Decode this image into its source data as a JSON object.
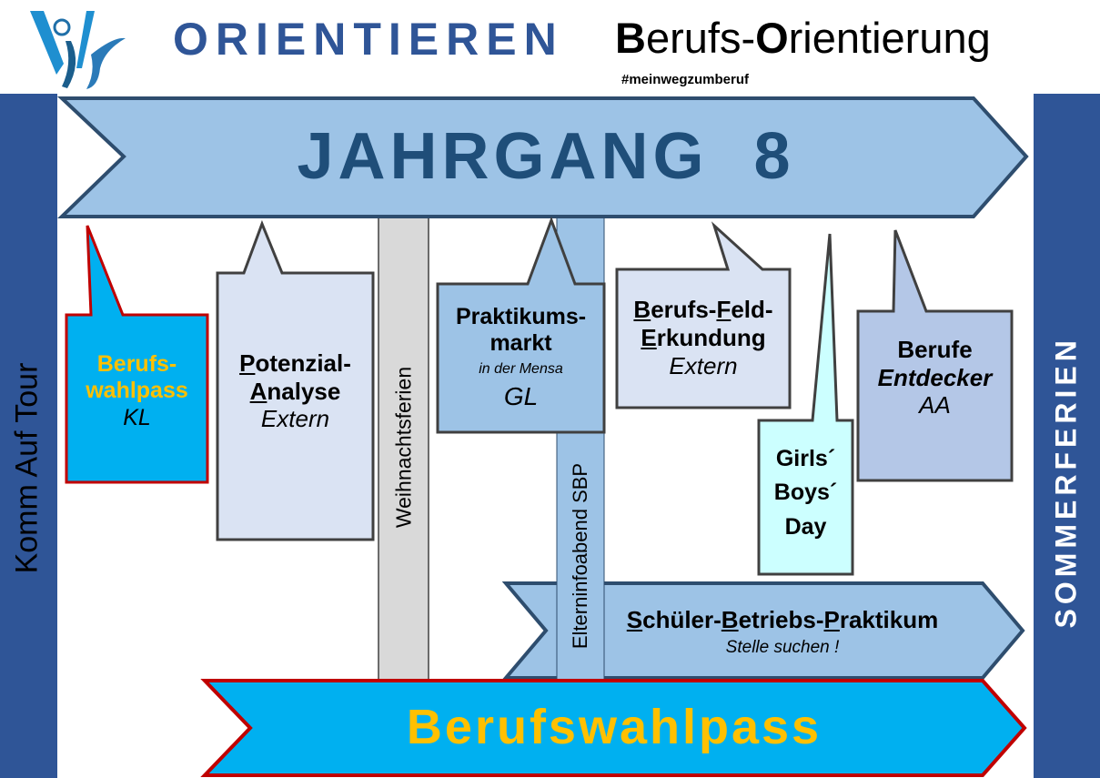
{
  "header": {
    "logo_text": "WJS",
    "title": "ORIENTIEREN",
    "brand_B": "B",
    "brand_rest1": "erufs-",
    "brand_O": "O",
    "brand_rest2": "rientierung",
    "hashtag": "#meinwegzumberuf"
  },
  "side": {
    "left": "Komm Auf Tour",
    "right": "SOMMERFERIEN"
  },
  "main_arrow": "JAHRGANG  8",
  "bars": {
    "holiday": "Weihnachtsferien",
    "parents": "Elterninfoabend SBP"
  },
  "callouts": {
    "pass": {
      "line1": "Berufs-",
      "line2": "wahlpass",
      "who": "KL"
    },
    "potenzial": {
      "u1": "P",
      "r1": "otenzial-",
      "u2": "A",
      "r2": "nalyse",
      "who": "Extern"
    },
    "praktikum": {
      "line1": "Praktikums-",
      "line2": "markt",
      "sub": "in der Mensa",
      "who": "GL"
    },
    "feld": {
      "u1": "B",
      "r1": "erufs-",
      "u2": "F",
      "r2": "eld-",
      "u3": "E",
      "r3": "rkundung",
      "who": "Extern"
    },
    "girls": {
      "line1": "Girls´",
      "line2": "Boys´",
      "line3": "Day"
    },
    "entdecker": {
      "line1": "Berufe",
      "line2": "Entdecker",
      "who": "AA"
    }
  },
  "sbp": {
    "u1": "S",
    "r1": "chüler-",
    "u2": "B",
    "r2": "etriebs-",
    "u3": "P",
    "r3": "raktikum",
    "sub": "Stelle suchen !"
  },
  "bottom_arrow": "Berufswahlpass",
  "colors": {
    "navy": "#2f5597",
    "arrow": "#9dc3e6",
    "cyan": "#00b0f0",
    "gold": "#ffc000",
    "red": "#c00000"
  }
}
